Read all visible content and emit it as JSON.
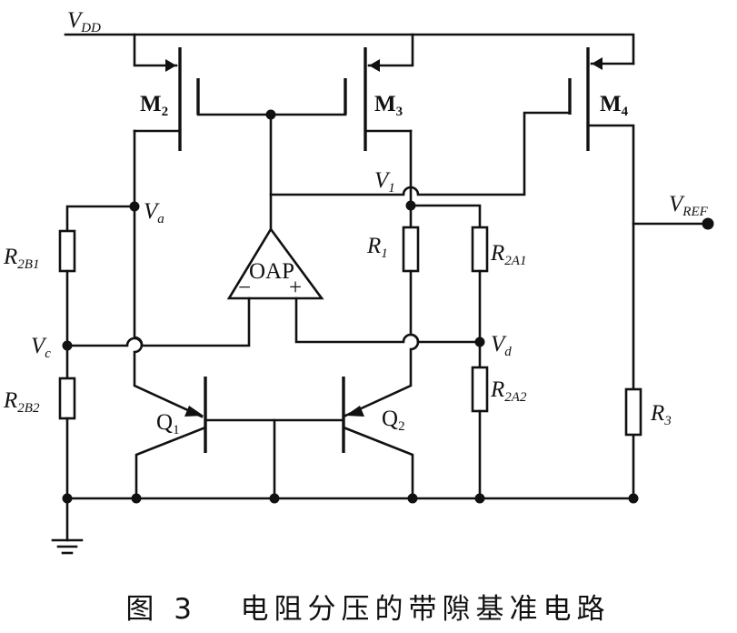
{
  "diagram": {
    "labels": {
      "vdd": "V",
      "vdd_sub": "DD",
      "m2": "M",
      "m2_sub": "2",
      "m3": "M",
      "m3_sub": "3",
      "m4": "M",
      "m4_sub": "4",
      "v1": "V",
      "v1_sub": "1",
      "va": "V",
      "va_sub": "a",
      "vc": "V",
      "vc_sub": "c",
      "vd": "V",
      "vd_sub": "d",
      "vref": "V",
      "vref_sub": "REF",
      "r2b1": "R",
      "r2b1_sub": "2B1",
      "r2b2": "R",
      "r2b2_sub": "2B2",
      "r1": "R",
      "r1_sub": "1",
      "r2a1": "R",
      "r2a1_sub": "2A1",
      "r2a2": "R",
      "r2a2_sub": "2A2",
      "r3": "R",
      "r3_sub": "3",
      "q1": "Q",
      "q1_sub": "1",
      "q2": "Q",
      "q2_sub": "2",
      "oap": "OAP",
      "oap_minus": "−",
      "oap_plus": "+"
    },
    "caption": "图 3   电阻分压的带隙基准电路"
  }
}
